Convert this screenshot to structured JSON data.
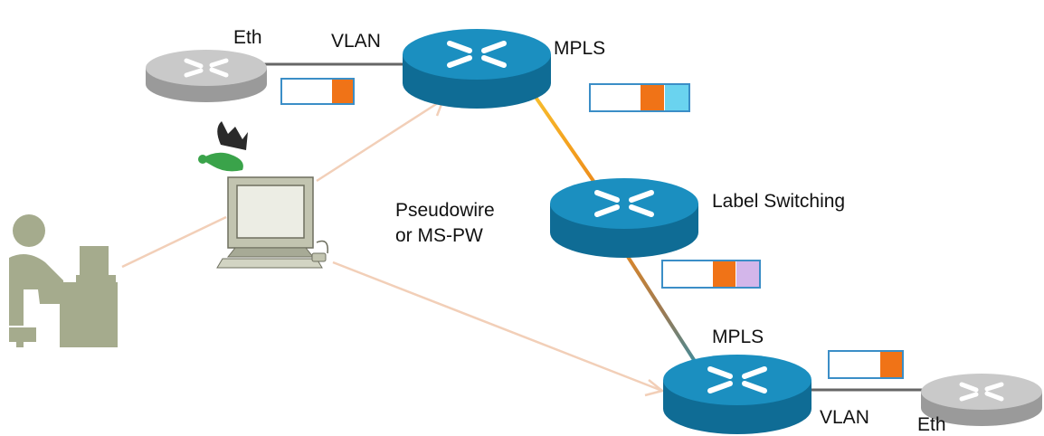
{
  "labels": {
    "eth_left": "Eth",
    "vlan_top": "VLAN",
    "mpls_top": "MPLS",
    "pseudowire_line1": "Pseudowire",
    "pseudowire_line2": "or MS-PW",
    "label_switching": "Label Switching",
    "mpls_bottom": "MPLS",
    "vlan_bottom": "VLAN",
    "eth_right": "Eth"
  },
  "colors": {
    "router_blue": "#1b8fc0",
    "router_gray": "#b9b9b9",
    "header_orange": "#f07317",
    "label_cyan": "#6ad3ef",
    "label_lavender": "#d3b6ea",
    "packet_border": "#3b8ec7",
    "arrow_peach": "#f2cfb8"
  }
}
